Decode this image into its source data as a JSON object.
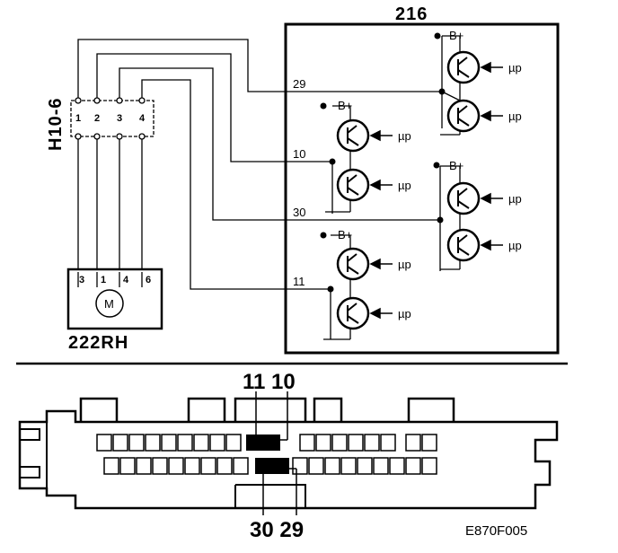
{
  "module": {
    "label": "216",
    "b_plus": "B+",
    "mu_p": "µp"
  },
  "pins": {
    "p29": "29",
    "p10": "10",
    "p30": "30",
    "p11": "11"
  },
  "connector_h10": {
    "label": "H10-6",
    "terminals": [
      "1",
      "2",
      "3",
      "4"
    ]
  },
  "motor": {
    "label": "222RH",
    "symbol": "M",
    "terminals": [
      "3",
      "1",
      "4",
      "6"
    ]
  },
  "ecu_connector": {
    "top_pins": "11 10",
    "bottom_pins": "30 29"
  },
  "figure_code": "E870F005"
}
